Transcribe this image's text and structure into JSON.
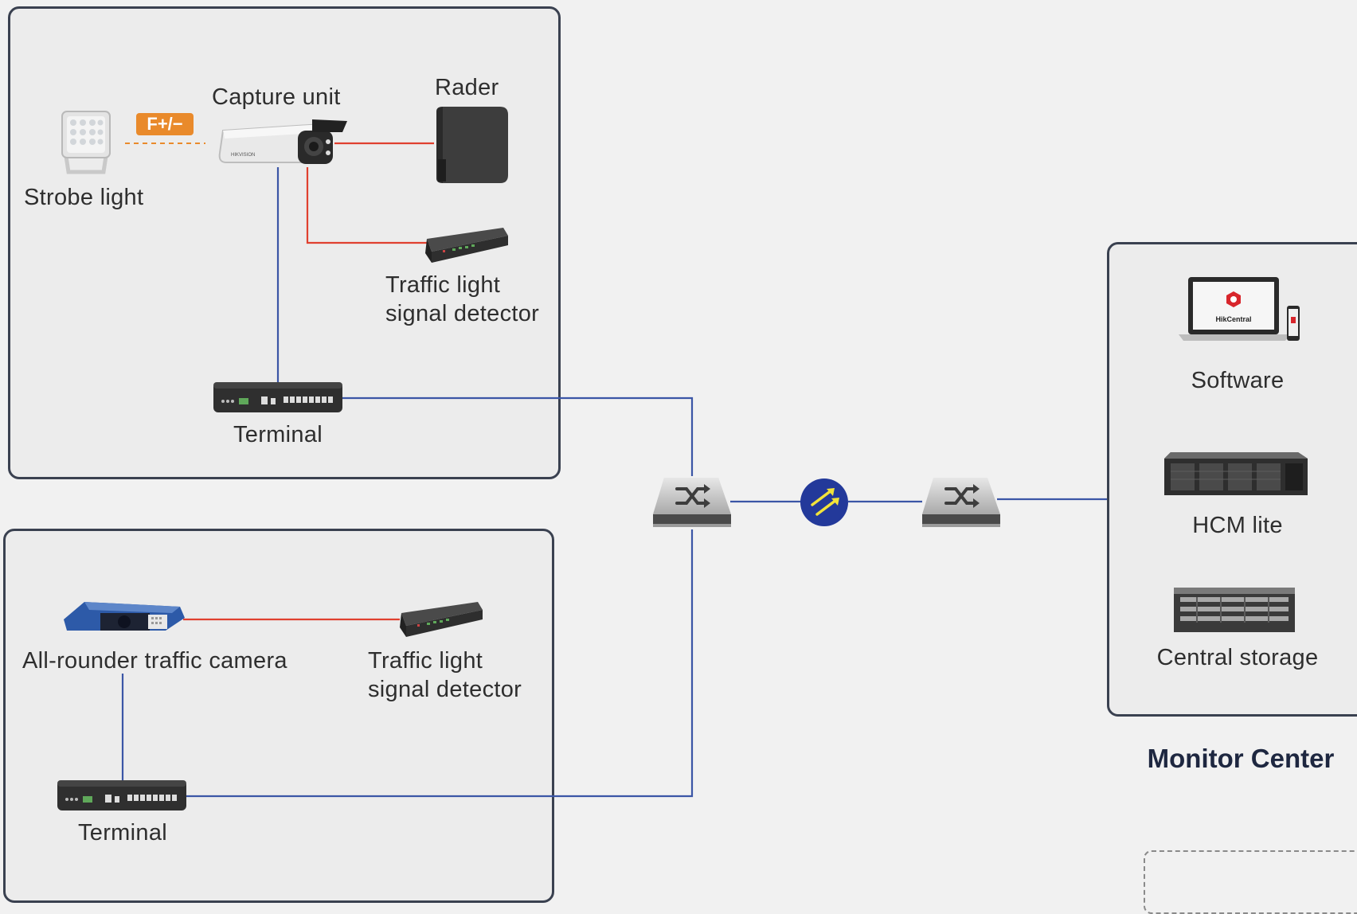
{
  "labels": {
    "strobe_light": "Strobe light",
    "capture_unit": "Capture unit",
    "radar": "Rader",
    "traffic_detector_top_line1": "Traffic light",
    "traffic_detector_top_line2": "signal detector",
    "terminal_top": "Terminal",
    "allrounder_camera": "All-rounder traffic camera",
    "traffic_detector_bottom_line1": "Traffic light",
    "traffic_detector_bottom_line2": "signal detector",
    "terminal_bottom": "Terminal",
    "software": "Software",
    "hcm_lite": "HCM lite",
    "central_storage": "Central storage",
    "monitor_center": "Monitor Center",
    "flash_badge": "F+/−",
    "brand_on_camera": "HIKVISION",
    "software_logo_text": "HikCentral"
  },
  "colors": {
    "network_line": "#3b56a6",
    "signal_line": "#e0402f",
    "flash_dashed": "#e98a2b",
    "router_circle": "#23399a",
    "router_arrows": "#f2e33a",
    "panel_border": "#3a4150",
    "title": "#1e2740"
  },
  "icons": {
    "strobe": "strobe-light-icon",
    "capture": "bullet-camera-icon",
    "radar": "radar-panel-icon",
    "detector": "rack-device-icon",
    "terminal": "terminal-box-icon",
    "switch": "network-switch-icon",
    "router": "router-icon",
    "laptop": "laptop-icon",
    "server": "server-icon",
    "storage": "storage-array-icon"
  }
}
